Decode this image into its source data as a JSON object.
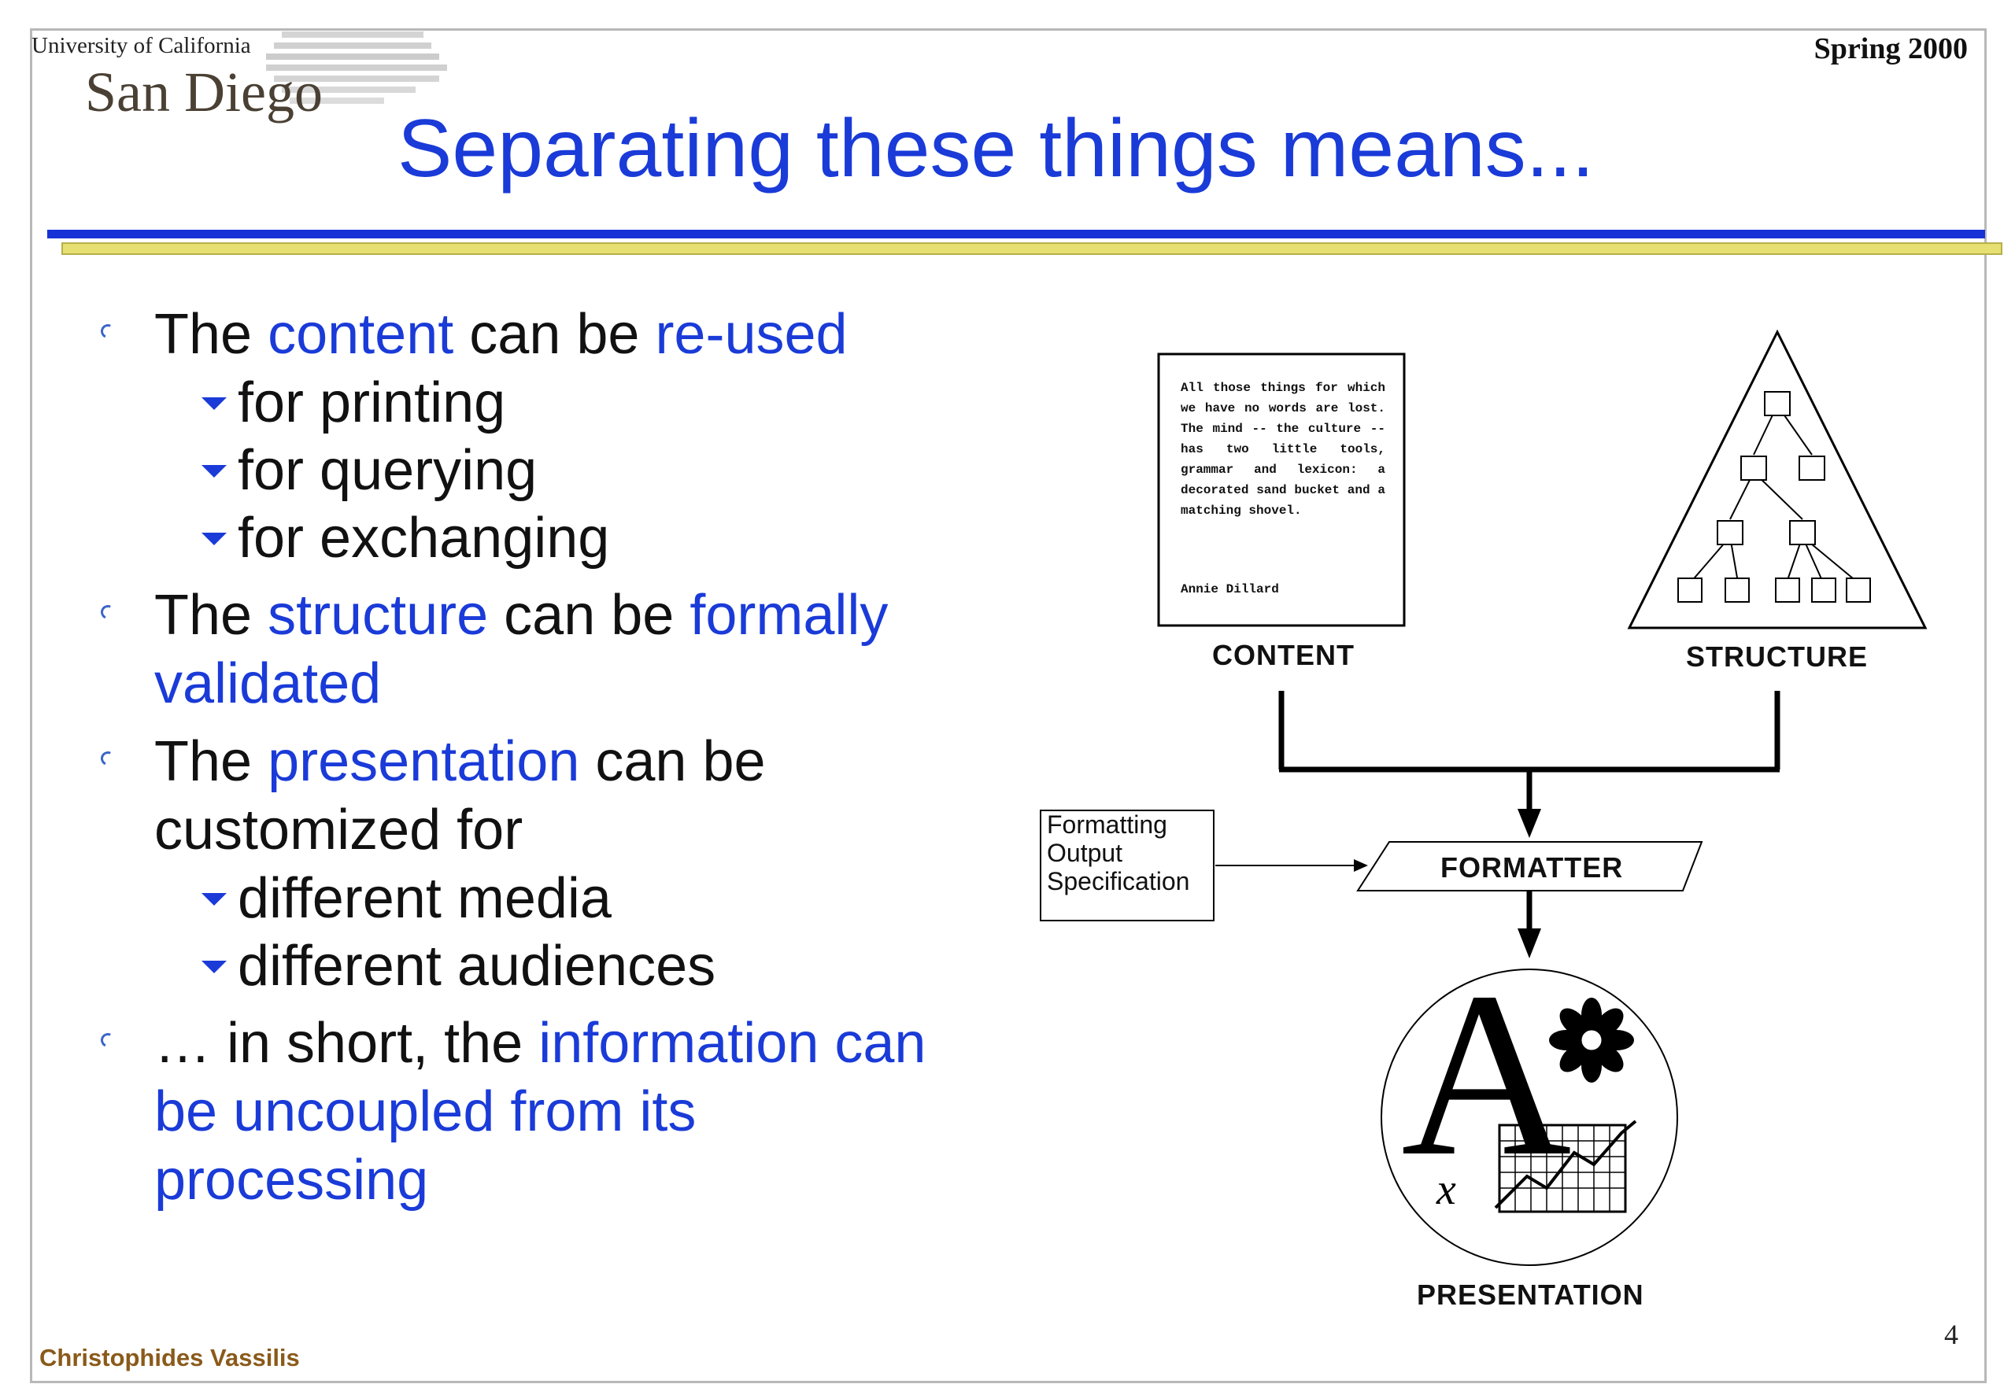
{
  "header": {
    "logo_top": "University of California",
    "logo_main": "San Diego",
    "date": "Spring 2000",
    "title": "Separating these things means..."
  },
  "bullets": {
    "b1": {
      "pre": "The ",
      "hl1": "content",
      "mid": " can be ",
      "hl2": "re-used"
    },
    "b1_subs": [
      "for printing",
      "for querying",
      "for exchanging"
    ],
    "b2": {
      "pre": "The ",
      "hl1": "structure",
      "mid": " can be ",
      "hl2": "formally validated"
    },
    "b3": {
      "pre": "The ",
      "hl1": "presentation",
      "rest": " can be customized for"
    },
    "b3_subs": [
      "different media",
      "different audiences"
    ],
    "b4": {
      "pre": "… in short, the ",
      "hl1": "information can be uncoupled from its processing"
    }
  },
  "diagram": {
    "doc_text": "All those things for which we have no words are lost. The mind -- the culture -- has two little tools, grammar and lexicon: a decorated sand bucket and a matching shovel.",
    "doc_signature": "Annie Dillard",
    "content_label": "CONTENT",
    "structure_label": "STRUCTURE",
    "formatter_label": "FORMATTER",
    "spec_label": "Formatting Output Specification",
    "presentation_label": "PRESENTATION",
    "pres_glyph_a": "A",
    "pres_glyph_x": "x"
  },
  "footer": {
    "author": "Christophides Vassilis",
    "page": "4"
  }
}
